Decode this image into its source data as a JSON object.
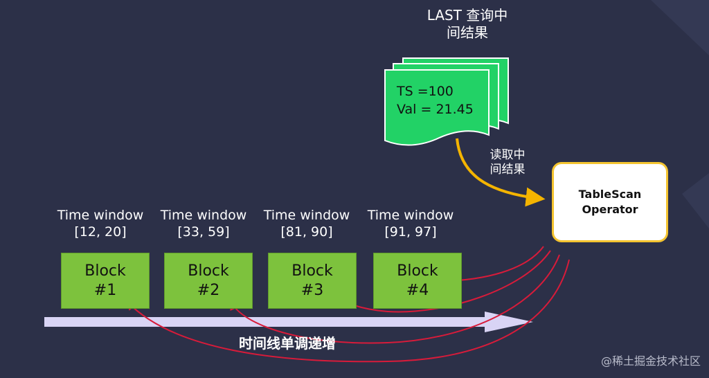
{
  "last_result": {
    "title_line1": "LAST 查询中",
    "title_line2": "间结果",
    "ts_label": "TS =100",
    "val_label": "Val =  21.45"
  },
  "read_label": {
    "line1": "读取中",
    "line2": "间结果"
  },
  "operator": {
    "line1": "TableScan",
    "line2": "Operator"
  },
  "blocks": [
    {
      "window_label": "Time window",
      "window_range": "[12, 20]",
      "block_label": "Block",
      "block_id": "#1"
    },
    {
      "window_label": "Time window",
      "window_range": "[33, 59]",
      "block_label": "Block",
      "block_id": "#2"
    },
    {
      "window_label": "Time window",
      "window_range": "[81, 90]",
      "block_label": "Block",
      "block_id": "#3"
    },
    {
      "window_label": "Time window",
      "window_range": "[91, 97]",
      "block_label": "Block",
      "block_id": "#4"
    }
  ],
  "timeline_caption": "时间线单调递增",
  "watermark": "@稀土掘金技术社区",
  "colors": {
    "background": "#2c3048",
    "block_fill": "#7dc23d",
    "doc_fill": "#22d266",
    "operator_border": "#f4c430",
    "read_arrow": "#f4b400",
    "scan_arrow": "#d81b3a",
    "timeline": "#d9d4f5"
  }
}
